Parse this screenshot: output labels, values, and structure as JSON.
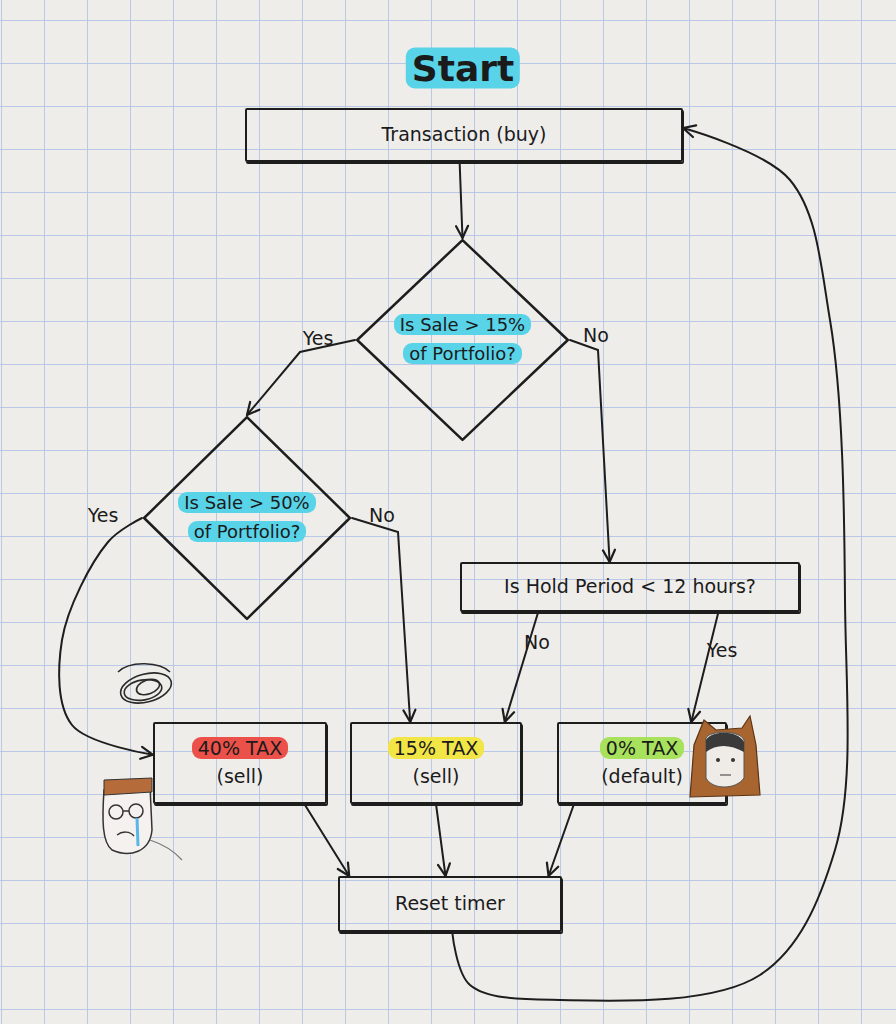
{
  "diagram": {
    "title": "Start",
    "nodes": [
      {
        "text": [
          "Transaction (buy)"
        ]
      },
      {
        "text": [
          "Is Sale > 15% of Portfolio?"
        ]
      },
      {
        "text": [
          "Is Sale > 50% of Portfolio?"
        ]
      },
      {
        "text": [
          "Is Hold Period < 12 hours?"
        ]
      },
      {
        "text": [
          "40% TAX",
          "(sell)"
        ]
      },
      {
        "text": [
          "15% TAX",
          "(sell)"
        ]
      },
      {
        "text": [
          "0% TAX",
          "(default)"
        ]
      },
      {
        "text": [
          "Reset timer"
        ]
      }
    ],
    "edges": [
      {
        "from": 0,
        "to": 1,
        "arrow": "to"
      },
      {
        "from": 1,
        "to": 2,
        "label": "Yes",
        "arrow": "to"
      },
      {
        "from": 1,
        "to": 3,
        "label": "No",
        "arrow": "to"
      },
      {
        "from": 2,
        "to": 4,
        "label": "Yes",
        "arrow": "to"
      },
      {
        "from": 2,
        "to": 5,
        "label": "No",
        "arrow": "to"
      },
      {
        "from": 3,
        "to": 5,
        "label": "No",
        "arrow": "to"
      },
      {
        "from": 3,
        "to": 6,
        "label": "Yes",
        "arrow": "to"
      },
      {
        "from": 4,
        "to": 7,
        "arrow": "to"
      },
      {
        "from": 5,
        "to": 7,
        "arrow": "to"
      },
      {
        "from": 6,
        "to": 7,
        "arrow": "to"
      },
      {
        "from": 7,
        "to": 0,
        "arrow": "to"
      }
    ]
  }
}
